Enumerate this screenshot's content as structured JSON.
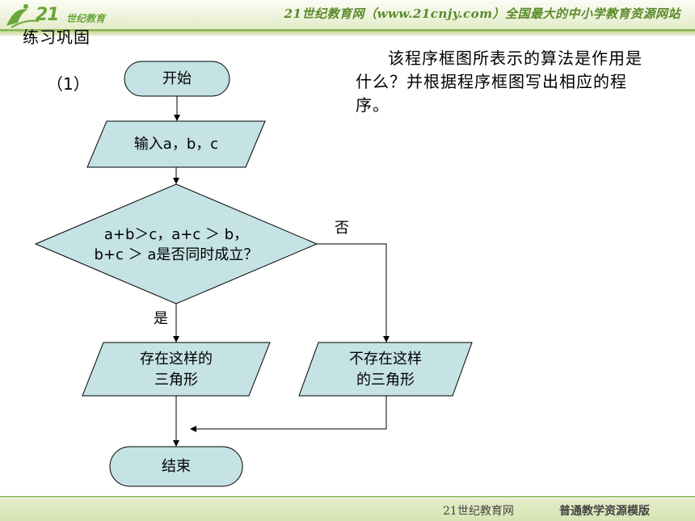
{
  "header": {
    "logo_text": "21",
    "logo_sub": "世纪教育",
    "banner": "21世纪教育网（www.21cnjy.com）全国最大的中小学教育资源网站"
  },
  "section_title": "练习巩固",
  "item_number": "（1）",
  "question": "该程序框图所表示的算法是作用是什么？并根据程序框图写出相应的程序。",
  "flowchart": {
    "start": "开始",
    "input": "输入a，b，c",
    "decision_line1": "a+b＞c，a+c ＞ b，",
    "decision_line2": "b+c ＞ a是否同时成立？",
    "yes_label": "是",
    "no_label": "否",
    "yes_output_line1": "存在这样的",
    "yes_output_line2": "三角形",
    "no_output_line1": "不存在这样",
    "no_output_line2": "的三角形",
    "end": "结束"
  },
  "footer": {
    "left": "21世纪教育网",
    "right": "普通教学资源模版"
  },
  "colors": {
    "shape_fill": "#c5e2e4",
    "shape_stroke": "#000000",
    "banner_green": "#6aa53a"
  }
}
